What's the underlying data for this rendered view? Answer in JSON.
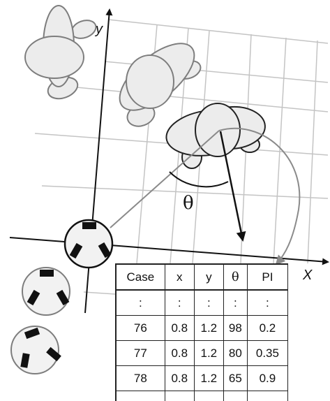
{
  "diagram": {
    "axis_y_label": "y",
    "axis_x_label": "X",
    "angle_label": "θ",
    "colors": {
      "grid": "#c4c4c4",
      "axis": "#111111",
      "blob_fill": "#ececec",
      "blob_stroke_faded": "#7d7d7d",
      "blob_stroke": "#222222",
      "arrow_gray": "#8a8a8a",
      "robot_fill": "#f2f2f2",
      "robot_mark": "#111111"
    }
  },
  "table": {
    "headers": [
      "Case",
      "x",
      "y",
      "θ",
      "PI"
    ],
    "rows": [
      [
        ":",
        ":",
        ":",
        ":",
        ":"
      ],
      [
        "76",
        "0.8",
        "1.2",
        "98",
        "0.2"
      ],
      [
        "77",
        "0.8",
        "1.2",
        "80",
        "0.35"
      ],
      [
        "78",
        "0.8",
        "1.2",
        "65",
        "0.9"
      ],
      [
        ":",
        ":",
        ":",
        ":",
        ":"
      ]
    ]
  }
}
